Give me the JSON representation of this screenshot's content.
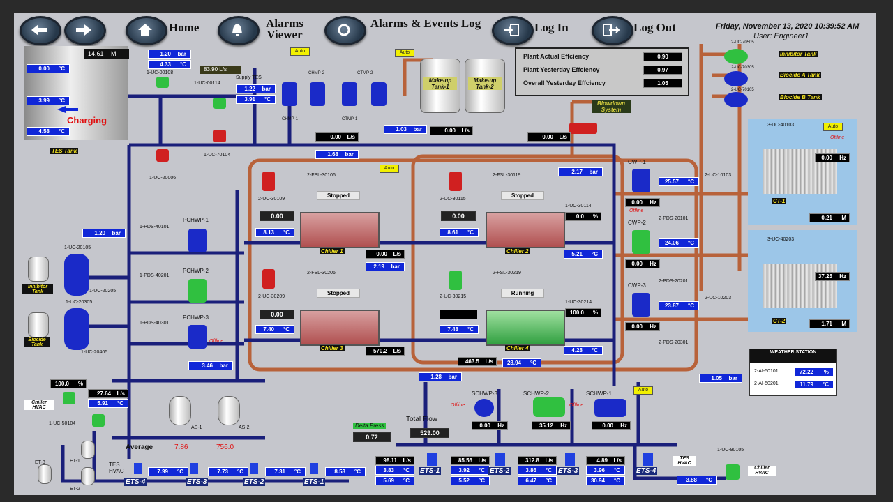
{
  "header": {
    "home": "Home",
    "alarms_viewer": "Alarms Viewer",
    "alarms_events_log": "Alarms & Events Log",
    "log_in": "Log In",
    "log_out": "Log Out",
    "datetime": "Friday, November 13, 2020 10:39:52 AM",
    "user": "User: Engineer1"
  },
  "tes": {
    "level": "14.61",
    "level_unit": "M",
    "temps": [
      "0.00",
      "3.99",
      "4.58"
    ],
    "temp_unit": "°C",
    "state": "Charging",
    "label": "TES Tank",
    "pressure1": "1.20",
    "pressure1_unit": "bar",
    "temp_top": "4.33",
    "flow": "83.90",
    "flow_unit": "L/s",
    "supply_tes": "Supply TES",
    "press_supply": "1.22",
    "temp_supply": "3.91",
    "valve1": "1-UC-00114",
    "valve2": "1-UC-70104",
    "valve3": "1-UC-20006",
    "valve_top": "1-UC-00108",
    "flow_chmp": "0.00",
    "press_chmp": "1.03",
    "flow_chmp2": "0.00",
    "press_line": "1.68"
  },
  "auto": "Auto",
  "makeup": [
    "Make-up Tank-1",
    "Make-up Tank-2"
  ],
  "efficiency": [
    {
      "label": "Plant Actual Effciency",
      "value": "0.90"
    },
    {
      "label": "Plant Yesterday Effciency",
      "value": "0.97"
    },
    {
      "label": "Overall Yesterday Effciency",
      "value": "1.05"
    }
  ],
  "blowdown": "Blowdown System",
  "blowdown_flow": "0.00",
  "flow_unit": "L/s",
  "bar": "bar",
  "degc": "°C",
  "hz": "Hz",
  "pct": "%",
  "chem": [
    {
      "tag": "2-UC-70505",
      "name": "Inhibitor Tank"
    },
    {
      "tag": "2-UC-70305",
      "name": "Biocide A Tank"
    },
    {
      "tag": "2-UC-70105",
      "name": "Biocide B Tank"
    }
  ],
  "chillers": [
    {
      "name": "Chiller 1",
      "status": "Stopped",
      "fsl": "2-FSL-30106",
      "valve": "2-UC-30109",
      "setp": "0.00",
      "temp": "8.13",
      "flow": "0.00",
      "press": "2.19"
    },
    {
      "name": "Chiller 2",
      "status": "Stopped",
      "fsl": "2-FSL-30119",
      "valve": "2-UC-30115",
      "setp": "0.00",
      "temp": "8.61",
      "temp_out": "5.21",
      "press": "2.17",
      "vtag": "1-UC-30114",
      "vpct": "0.0"
    },
    {
      "name": "Chiller 3",
      "status": "Stopped",
      "fsl": "2-FSL-30206",
      "valve": "2-UC-30209",
      "setp": "0.00",
      "temp": "7.40",
      "flow": "570.2"
    },
    {
      "name": "Chiller 4",
      "status": "Running",
      "fsl": "2-FSL-30219",
      "valve": "2-UC-30215",
      "temp": "7.48",
      "temp_out": "4.28",
      "vtag": "1-UC-30214",
      "vpct": "100.0",
      "flow": "463.5",
      "temp2": "28.94"
    }
  ],
  "cwp": [
    {
      "name": "CWP-1",
      "hz": "0.00",
      "temp": "25.57",
      "pds": "2-PDS-20101",
      "valve": "2-UC-10103",
      "offline": "Offline"
    },
    {
      "name": "CWP-2",
      "hz": "0.00",
      "temp": "24.06",
      "pds": "2-PDS-20201",
      "valve": "2-UC-10203"
    },
    {
      "name": "CWP-3",
      "hz": "0.00",
      "temp": "23.87",
      "pds": "2-PDS-20301"
    }
  ],
  "ct": [
    {
      "name": "CT-1",
      "valve": "3-UC-40103",
      "hz": "0.00",
      "level": "0.21",
      "offline": "Offline"
    },
    {
      "name": "CT-2",
      "valve": "3-UC-40203",
      "hz": "37.25",
      "level": "1.71"
    }
  ],
  "level_unit": "M",
  "pchwp": [
    {
      "name": "PCHWP-1",
      "pds": "1-PDS-40101"
    },
    {
      "name": "PCHWP-2",
      "pds": "1-PDS-40201"
    },
    {
      "name": "PCHWP-3",
      "pds": "1-PDS-40301",
      "offline": "Offline"
    }
  ],
  "pchwp_press": "1.20",
  "pchwp_press2": "3.46",
  "left_valves": [
    "1-UC-20105",
    "1-UC-20205",
    "1-UC-20305",
    "1-UC-20405"
  ],
  "left_tanks": [
    "Inhibitor Tank",
    "Biocide Tank"
  ],
  "weather": {
    "title": "WEATHER STATION",
    "rows": [
      {
        "tag": "2-AI-50101",
        "value": "72.22",
        "unit": "%"
      },
      {
        "tag": "2-AI-50201",
        "value": "11.79",
        "unit": "°C"
      }
    ]
  },
  "schwp": [
    {
      "name": "SCHWP-3",
      "hz": "0.00",
      "offline": "Offline"
    },
    {
      "name": "SCHWP-2",
      "hz": "35.12",
      "offline": "Offline"
    },
    {
      "name": "SCHWP-1",
      "hz": "0.00"
    }
  ],
  "schwp_press": "1.28",
  "right_press": "1.05",
  "total_flow": {
    "label": "Total Flow",
    "value": "529.00"
  },
  "delta": {
    "label": "Delta Press",
    "value": "0.72"
  },
  "chiller_hvac": {
    "pct": "100.0",
    "flow": "27.64",
    "temp": "5.91",
    "label": "Chiller HVAC",
    "valve": "1-UC-50104"
  },
  "average": {
    "label": "Average",
    "v1": "7.86",
    "v2": "756.0"
  },
  "as": [
    "AS-1",
    "AS-2"
  ],
  "et": [
    "ET-3",
    "ET-1",
    "ET-2"
  ],
  "tes_hvac": "TES HVAC",
  "ets_left": [
    {
      "name": "ETS-4",
      "temp": "7.99"
    },
    {
      "name": "ETS-3",
      "temp": "7.73"
    },
    {
      "name": "ETS-2",
      "temp": "7.31"
    },
    {
      "name": "ETS-1",
      "temp": "8.53"
    }
  ],
  "ets_right": [
    {
      "name": "ETS-1",
      "flow": "98.11",
      "t1": "3.83",
      "t2": "5.69"
    },
    {
      "name": "ETS-2",
      "flow": "85.56",
      "t1": "3.92",
      "t2": "5.52"
    },
    {
      "name": "ETS-3",
      "flow": "312.8",
      "t1": "3.86",
      "t2": "6.47"
    },
    {
      "name": "ETS-4",
      "flow": "4.89",
      "t1": "3.96",
      "t2": "30.94"
    }
  ],
  "right_bottom": {
    "valve": "1-UC-90105",
    "label": "Chiller HVAC",
    "tes": "TES HVAC",
    "temp": "3.88"
  },
  "chmp": [
    "CHMP-1",
    "CHMP-2",
    "CTMP-2",
    "CTMP-1"
  ],
  "colors": {
    "pipe_blue": "#1a1f7a",
    "pipe_copper": "#b8623a",
    "value_blue": "#1027d8",
    "auto": "#f2f000"
  }
}
